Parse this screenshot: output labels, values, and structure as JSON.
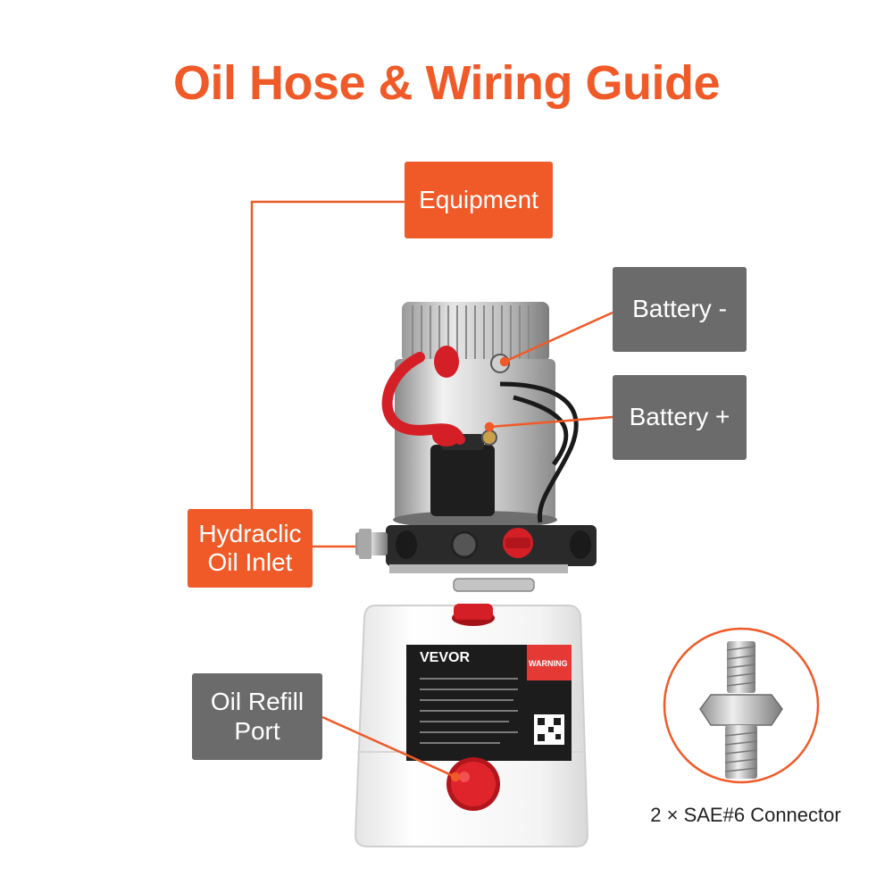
{
  "title": "Oil Hose & Wiring Guide",
  "colors": {
    "accent": "#f05a28",
    "label_gray": "#6b6b6b",
    "callout_line": "#f05a28"
  },
  "labels": {
    "equipment": "Equipment",
    "battery_negative": "Battery -",
    "battery_positive": "Battery +",
    "hydraulic_oil_inlet": "Hydraclic\nOil Inlet",
    "oil_refill_port": "Oil Refill\nPort"
  },
  "connector": {
    "caption": "2 × SAE#6 Connector"
  },
  "product": {
    "brand": "VEVOR",
    "warning": "WARNING"
  }
}
